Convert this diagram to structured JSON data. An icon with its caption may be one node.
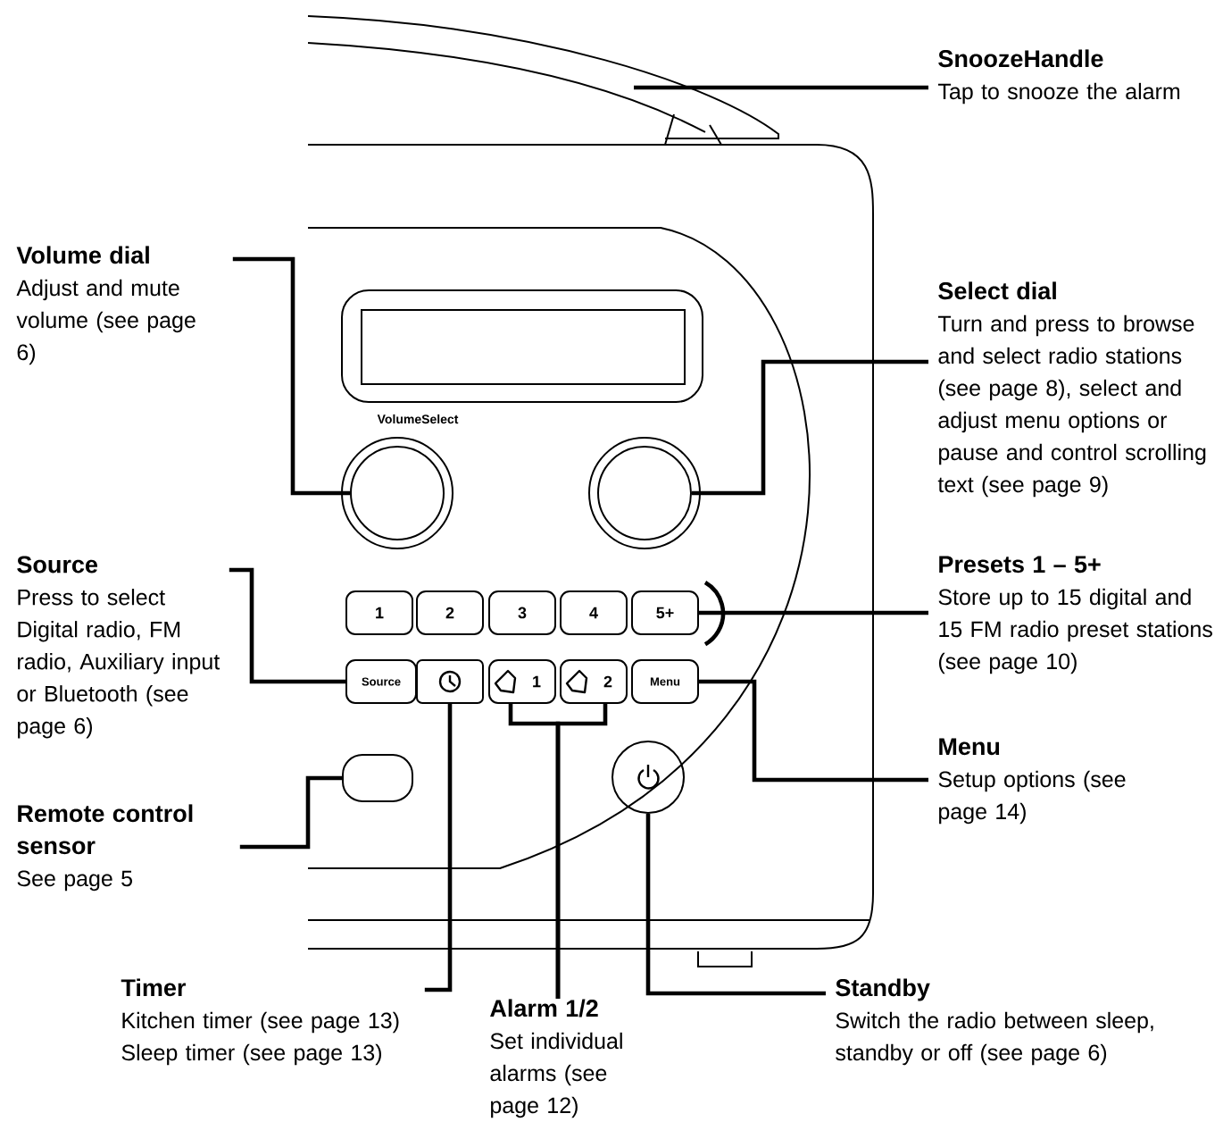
{
  "diagram": {
    "nodes": [
      {
        "text": [
          "SnoozeHandle",
          "Tap to snooze the alarm"
        ]
      },
      {
        "text": [
          "Volume dial",
          "Adjust and mute volume (see page 6)"
        ]
      },
      {
        "text": [
          "Select dial",
          "Turn and press to browse and select radio stations (see page 8), select and adjust menu options or pause and control scrolling text (see page 9)"
        ]
      },
      {
        "text": [
          "Source",
          "Press to select Digital radio, FM radio, Auxiliary input or Bluetooth (see page 6)"
        ]
      },
      {
        "text": [
          "Presets 1 – 5+",
          "Store up to 15 digital and 15 FM radio preset stations (see page 10)"
        ]
      },
      {
        "text": [
          "Menu",
          "Setup options (see page 14)"
        ]
      },
      {
        "text": [
          "Remote control sensor",
          "See page 5"
        ]
      },
      {
        "text": [
          "Timer",
          "Kitchen timer (see page 13)",
          "Sleep timer (see page 13)"
        ]
      },
      {
        "text": [
          "Alarm 1/2",
          "Set individual alarms (see page 12)"
        ]
      },
      {
        "text": [
          "Standby",
          "Switch the radio between sleep, standby or off (see page 6)"
        ]
      },
      {
        "text": [],
        "shape": "circle"
      },
      {
        "text": [],
        "shape": "circle"
      },
      {
        "text": [
          "1"
        ]
      },
      {
        "text": [
          "2"
        ]
      },
      {
        "text": [
          "3"
        ]
      },
      {
        "text": [
          "4"
        ]
      },
      {
        "text": [
          "5+"
        ]
      },
      {
        "text": [
          "Source"
        ]
      },
      {
        "text": [],
        "shape": "box"
      },
      {
        "text": [
          "1"
        ]
      },
      {
        "text": [
          "2"
        ]
      },
      {
        "text": [
          "Menu"
        ]
      },
      {
        "text": [],
        "shape": "box"
      },
      {
        "text": [],
        "shape": "circle"
      }
    ],
    "edges": [
      {
        "from": 0,
        "to": null,
        "arrow": "none"
      },
      {
        "from": 1,
        "to": 10,
        "arrow": "none"
      },
      {
        "from": 2,
        "to": 11,
        "arrow": "none"
      },
      {
        "from": 3,
        "to": 17,
        "arrow": "none"
      },
      {
        "from": 4,
        "to": 16,
        "arrow": "none"
      },
      {
        "from": 5,
        "to": 21,
        "arrow": "none"
      },
      {
        "from": 6,
        "to": 22,
        "arrow": "none"
      },
      {
        "from": 7,
        "to": 18,
        "arrow": "none"
      },
      {
        "from": 8,
        "to": 19,
        "arrow": "none"
      },
      {
        "from": 8,
        "to": 20,
        "arrow": "none"
      },
      {
        "from": 9,
        "to": 23,
        "arrow": "none"
      }
    ],
    "labels": [
      "VolumeSelect"
    ]
  }
}
